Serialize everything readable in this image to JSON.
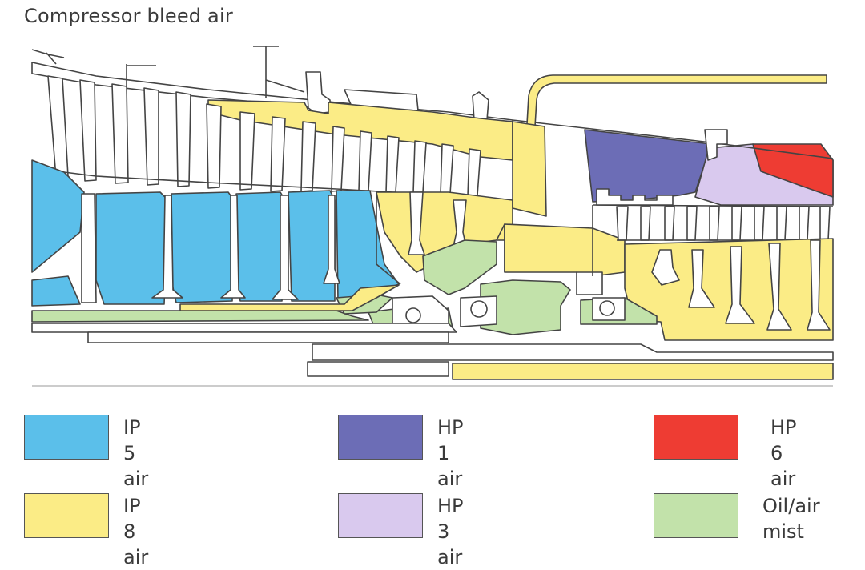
{
  "title": "Compressor bleed air",
  "colors": {
    "ip5": "#5BBFEA",
    "ip8": "#FBEC86",
    "hp1": "#6C6DB6",
    "hp3": "#D9C9EE",
    "hp6": "#EE3C33",
    "oil": "#C2E2AA",
    "stroke": "#444444"
  },
  "legend": [
    {
      "key": "ip5",
      "label": "IP 5 air"
    },
    {
      "key": "hp1",
      "label": "HP 1 air"
    },
    {
      "key": "hp6",
      "label": "HP 6 air"
    },
    {
      "key": "ip8",
      "label": "IP 8 air"
    },
    {
      "key": "hp3",
      "label": "HP 3 air"
    },
    {
      "key": "oil",
      "label": "Oil/air\nmist"
    }
  ]
}
